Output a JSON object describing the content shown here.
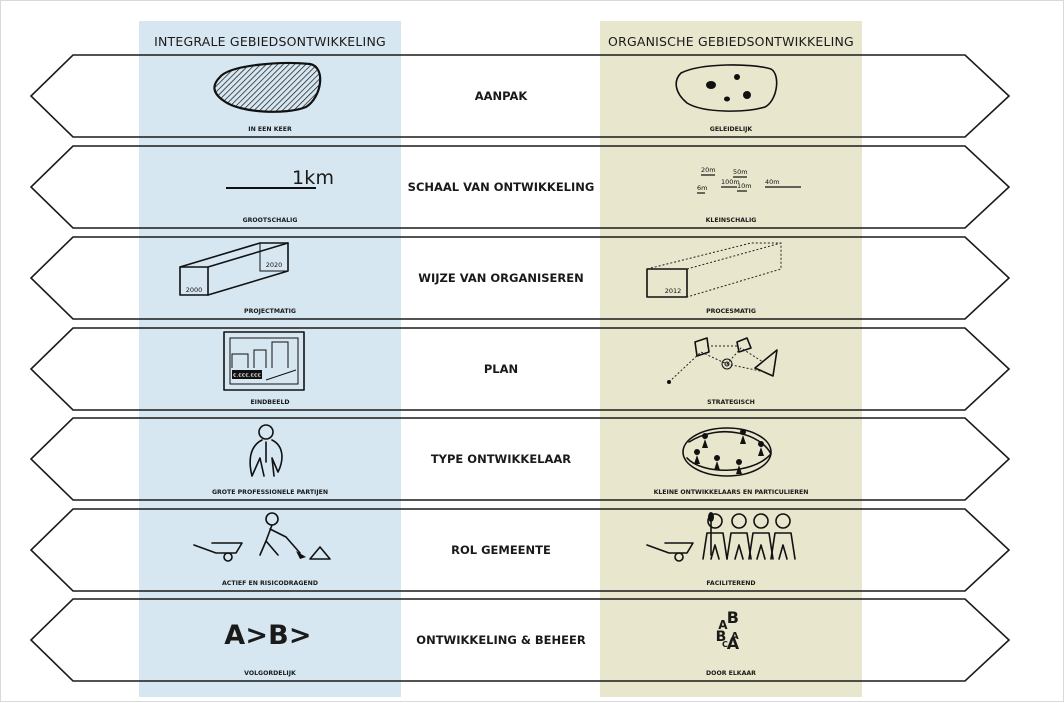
{
  "colors": {
    "left_column": "#d7e7f1",
    "right_column": "#e8e6cc",
    "outline": "#1a1a1a"
  },
  "headers": {
    "left": "INTEGRALE GEBIEDSONTWIKKELING",
    "right": "ORGANISCHE GEBIEDSONTWIKKELING"
  },
  "rows": [
    {
      "label": "AANPAK",
      "left_caption": "IN EEN KEER",
      "right_caption": "GELEIDELIJK",
      "left_icon": "hatched-blob-icon",
      "right_icon": "scattered-spots-icon"
    },
    {
      "label": "SCHAAL VAN ONTWIKKELING",
      "left_caption": "GROOTSCHALIG",
      "right_caption": "KLEINSCHALIG",
      "left_icon": "large-scale-bar-icon",
      "right_icon": "small-scale-bars-icon",
      "left_scale": "1km",
      "right_scales": [
        "20m",
        "50m",
        "100m",
        "6m",
        "10m",
        "40m"
      ]
    },
    {
      "label": "WIJZE VAN ORGANISEREN",
      "left_caption": "PROJECTMATIG",
      "right_caption": "PROCESMATIG",
      "left_icon": "solid-box-timeline-icon",
      "right_icon": "dotted-box-timeline-icon",
      "left_years": [
        "2000",
        "2020"
      ],
      "right_year": "2012"
    },
    {
      "label": "PLAN",
      "left_caption": "EINDBEELD",
      "right_caption": "STRATEGISCH",
      "left_icon": "framed-end-image-icon",
      "right_icon": "strategic-network-icon",
      "left_price": "€.€€€.€€€"
    },
    {
      "label": "TYPE  ONTWIKKELAAR",
      "left_caption": "GROTE PROFESSIONELE PARTIJEN",
      "right_caption": "KLEINE ONTWIKKELAARS EN PARTICULIEREN",
      "left_icon": "professional-figure-icon",
      "right_icon": "many-small-figures-icon"
    },
    {
      "label": "ROL  GEMEENTE",
      "left_caption": "ACTIEF EN RISICODRAGEND",
      "right_caption": "FACILITEREND",
      "left_icon": "worker-with-wheelbarrow-icon",
      "right_icon": "group-with-wheelbarrow-icon"
    },
    {
      "label": "ONTWIKKELING & BEHEER",
      "left_caption": "VOLGORDELIJK",
      "right_caption": "DOOR ELKAAR",
      "left_icon": "sequential-letters-icon",
      "right_icon": "jumbled-letters-icon",
      "left_sequence": "A>B>",
      "right_letters": [
        "A",
        "B",
        "B",
        "A",
        "C",
        "A"
      ]
    }
  ]
}
